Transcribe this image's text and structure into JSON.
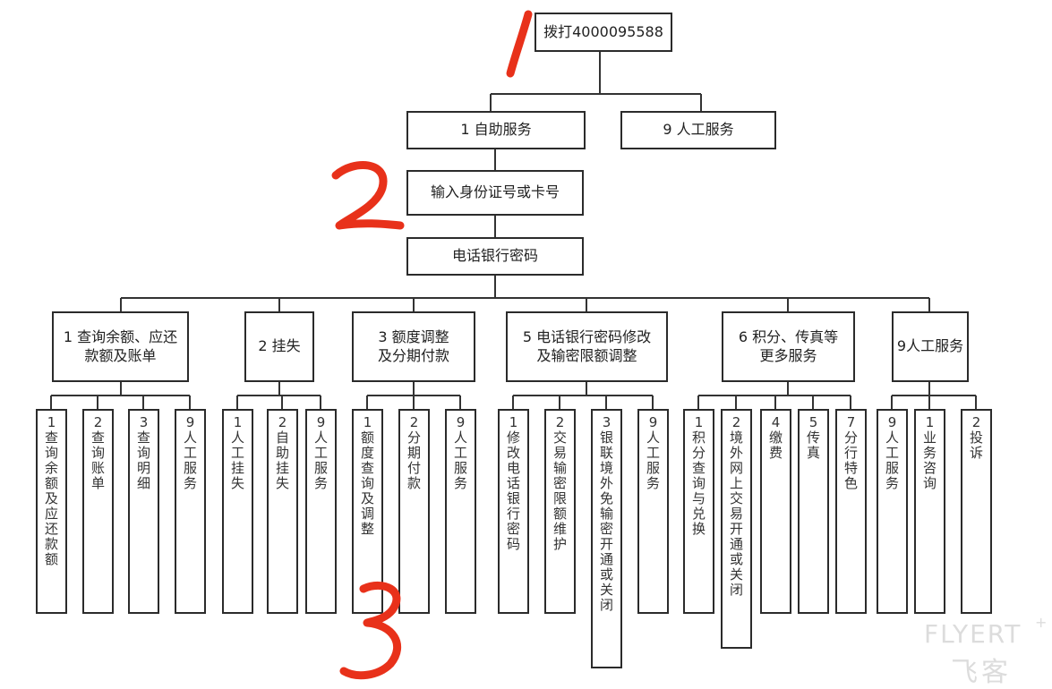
{
  "root": "拨打4000095588",
  "level1": [
    "1 自助服务",
    "9 人工服务"
  ],
  "step_id": "输入身份证号或卡号",
  "step_pwd": "电话银行密码",
  "categories": [
    "1 查询余额、应还\n款额及账单",
    "2 挂失",
    "3 额度调整\n及分期付款",
    "5 电话银行密码修改\n及输密限额调整",
    "6 积分、传真等\n更多服务",
    "9人工服务"
  ],
  "leaves": [
    {
      "num": "1",
      "text": "查询余额及应还款额"
    },
    {
      "num": "2",
      "text": "查询账单"
    },
    {
      "num": "3",
      "text": "查询明细"
    },
    {
      "num": "9",
      "text": "人工服务"
    },
    {
      "num": "1",
      "text": "人工挂失"
    },
    {
      "num": "2",
      "text": "自助挂失"
    },
    {
      "num": "9",
      "text": "人工服务"
    },
    {
      "num": "1",
      "text": "额度查询及调整"
    },
    {
      "num": "2",
      "text": "分期付款"
    },
    {
      "num": "9",
      "text": "人工服务"
    },
    {
      "num": "1",
      "text": "修改电话银行密码"
    },
    {
      "num": "2",
      "text": "交易输密限额维护"
    },
    {
      "num": "3",
      "text": "银联境外免输密开通或关闭"
    },
    {
      "num": "9",
      "text": "人工服务"
    },
    {
      "num": "1",
      "text": "积分查询与兑换"
    },
    {
      "num": "2",
      "text": "境外网上交易开通或关闭"
    },
    {
      "num": "4",
      "text": "缴费"
    },
    {
      "num": "5",
      "text": "传真"
    },
    {
      "num": "7",
      "text": "分行特色"
    },
    {
      "num": "9",
      "text": "人工服务"
    },
    {
      "num": "1",
      "text": "业务咨询"
    },
    {
      "num": "2",
      "text": "投诉"
    }
  ],
  "annotations": [
    "1",
    "2",
    "3"
  ],
  "watermark": {
    "top": "FLYERT",
    "bottom": "飞客"
  },
  "colors": {
    "annotation": "#e8311a",
    "border": "#2b2b2b"
  }
}
